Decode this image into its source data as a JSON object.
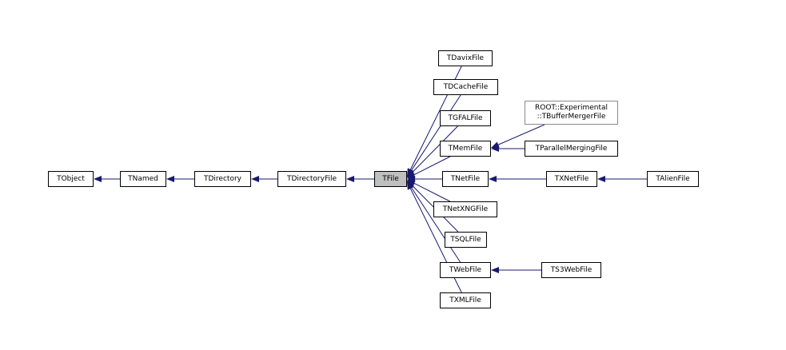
{
  "diagram": {
    "edge_color": "#191970",
    "nodes": {
      "tobject": {
        "label": "TObject"
      },
      "tnamed": {
        "label": "TNamed"
      },
      "tdirectory": {
        "label": "TDirectory"
      },
      "tdirectoryfile": {
        "label": "TDirectoryFile"
      },
      "tfile": {
        "label": "TFile",
        "fill": "#bfbfbf"
      },
      "tdavixfile": {
        "label": "TDavixFile"
      },
      "tdcachefile": {
        "label": "TDCacheFile"
      },
      "tgfalfile": {
        "label": "TGFALFile"
      },
      "tmemfile": {
        "label": "TMemFile"
      },
      "tbuffermergerfile": {
        "label_line1": "ROOT::Experimental",
        "label_line2": "::TBufferMergerFile"
      },
      "tparallelmergingfile": {
        "label": "TParallelMergingFile"
      },
      "tnetfile": {
        "label": "TNetFile"
      },
      "txnetfile": {
        "label": "TXNetFile"
      },
      "talienfile": {
        "label": "TAlienFile"
      },
      "tnetxngfile": {
        "label": "TNetXNGFile"
      },
      "tsqlfile": {
        "label": "TSQLFile"
      },
      "twebfile": {
        "label": "TWebFile"
      },
      "ts3webfile": {
        "label": "TS3WebFile"
      },
      "txmlfile": {
        "label": "TXMLFile"
      }
    },
    "edges": [
      {
        "from": "tnamed",
        "to": "tobject"
      },
      {
        "from": "tdirectory",
        "to": "tnamed"
      },
      {
        "from": "tdirectoryfile",
        "to": "tdirectory"
      },
      {
        "from": "tfile",
        "to": "tdirectoryfile"
      },
      {
        "from": "tdavixfile",
        "to": "tfile"
      },
      {
        "from": "tdcachefile",
        "to": "tfile"
      },
      {
        "from": "tgfalfile",
        "to": "tfile"
      },
      {
        "from": "tmemfile",
        "to": "tfile"
      },
      {
        "from": "tnetfile",
        "to": "tfile"
      },
      {
        "from": "tnetxngfile",
        "to": "tfile"
      },
      {
        "from": "tsqlfile",
        "to": "tfile"
      },
      {
        "from": "twebfile",
        "to": "tfile"
      },
      {
        "from": "txmlfile",
        "to": "tfile"
      },
      {
        "from": "tbuffermergerfile",
        "to": "tmemfile"
      },
      {
        "from": "tparallelmergingfile",
        "to": "tmemfile"
      },
      {
        "from": "txnetfile",
        "to": "tnetfile"
      },
      {
        "from": "talienfile",
        "to": "txnetfile"
      },
      {
        "from": "ts3webfile",
        "to": "twebfile"
      }
    ]
  }
}
